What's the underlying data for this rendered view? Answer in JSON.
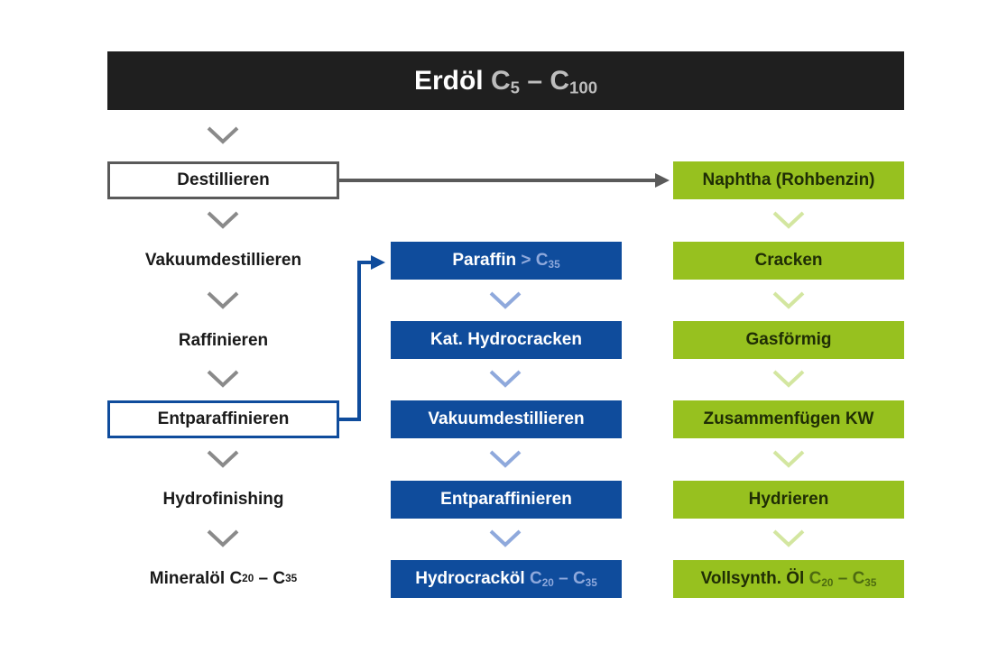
{
  "header": {
    "title": "Erdöl",
    "c_start": "C",
    "c_start_sub": "5",
    "dash": "–",
    "c_end": "C",
    "c_end_sub": "100"
  },
  "column_left": {
    "steps": [
      "Destillieren",
      "Vakuumdestillieren",
      "Raffinieren",
      "Entparaffinieren",
      "Hydrofinishing"
    ],
    "result": {
      "label": "Mineralöl",
      "c1": "C",
      "c1_sub": "20",
      "dash": "–",
      "c2": "C",
      "c2_sub": "35"
    }
  },
  "column_middle": {
    "first": {
      "label": "Paraffin",
      "gt": ">",
      "c": "C",
      "c_sub": "35"
    },
    "steps": [
      "Kat. Hydrocracken",
      "Vakuumdestillieren",
      "Entparaffinieren"
    ],
    "result": {
      "label": "Hydrocracköl",
      "c1": "C",
      "c1_sub": "20",
      "dash": "–",
      "c2": "C",
      "c2_sub": "35"
    }
  },
  "column_right": {
    "steps": [
      "Naphtha (Rohbenzin)",
      "Cracken",
      "Gasförmig",
      "Zusammenfügen KW",
      "Hydrieren"
    ],
    "result": {
      "label": "Vollsynth. Öl",
      "c1": "C",
      "c1_sub": "20",
      "dash": "–",
      "c2": "C",
      "c2_sub": "35"
    }
  },
  "colors": {
    "header_bg": "#1f1f1f",
    "blue": "#0f4c9c",
    "green": "#97c11f",
    "gray": "#5a5a5a"
  }
}
